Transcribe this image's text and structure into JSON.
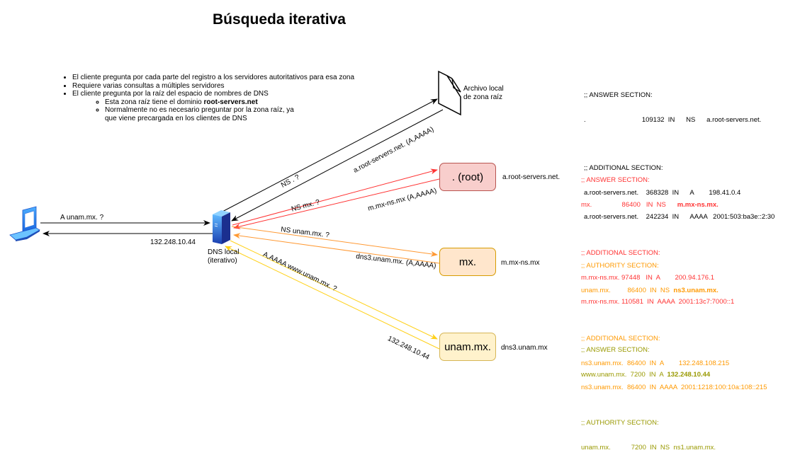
{
  "title": "Búsqueda iterativa",
  "bullets": {
    "items": [
      "El cliente pregunta por cada parte del registro a los servidores autoritativos para esa zona",
      "Requiere varias consultas a múltiples servidores",
      "El cliente pregunta por la raíz del espacio de nombres de DNS"
    ],
    "subitems": [
      {
        "prefix": "Esta zona raíz tiene el dominio ",
        "bold": "root-servers.net"
      },
      {
        "prefix": "Normalmente no es necesario preguntar por la zona raíz, ya que viene precargada en los clientes de DNS",
        "bold": ""
      }
    ]
  },
  "nodes": {
    "client": {
      "icon": "laptop-icon"
    },
    "local_dns": {
      "icon": "server-icon",
      "label_line1": "DNS local",
      "label_line2": "(iterativo)"
    },
    "root_file": {
      "icon": "document-icon",
      "label_line1": "Archivo local",
      "label_line2": "de zona raíz"
    },
    "root": {
      "label": ". (root)",
      "server_name": "a.root-servers.net."
    },
    "mx": {
      "label": "mx.",
      "server_name": "m.mx-ns.mx"
    },
    "unam": {
      "label": "unam.mx.",
      "server_name": "dns3.unam.mx"
    }
  },
  "edges": {
    "client_query": "A  unam.mx.  ?",
    "client_response": "132.248.10.44",
    "root_file_query": "NS  .  ?",
    "root_file_response": "a.root-servers.net. (A,AAAA)",
    "root_query": "NS  mx.  ?",
    "root_response": "m.mx-ns.mx (A,AAAA)",
    "mx_query": "NS  unam.mx.  ?",
    "mx_response": "dns3.unam.mx. (A,AAAA)",
    "unam_query": "A,AAAA  www.unam.mx.  ?",
    "unam_response": "132.248.10.44"
  },
  "colors": {
    "black": "#000000",
    "red": "#ff3333",
    "orange": "#ff9933",
    "yellow": "#ffd11a"
  },
  "responses": {
    "root_file": {
      "answer_header": ";; ANSWER SECTION:",
      "answer_line": ".                              109132  IN      NS      a.root-servers.net.",
      "additional_header": ";; ADDITIONAL SECTION:",
      "additional_lines": [
        "a.root-servers.net.    368328  IN      A        198.41.0.4",
        "a.root-servers.net.    242234  IN      AAAA   2001:503:ba3e::2:30"
      ]
    },
    "root": {
      "answer_header": ";; ANSWER SECTION:",
      "answer_prefix": "mx.                86400   IN  NS      ",
      "answer_bold": "m.mx-ns.mx.",
      "additional_header": ";; ADDITIONAL SECTION:",
      "additional_lines": [
        "m.mx-ns.mx. 97448   IN  A        200.94.176.1",
        "m.mx-ns.mx. 110581  IN  AAAA  2001:13c7:7000::1"
      ]
    },
    "mx": {
      "authority_header": ";; AUTHORITY SECTION:",
      "authority_prefix": "unam.mx.         86400  IN  NS  ",
      "authority_bold": "ns3.unam.mx.",
      "additional_header": ";; ADDITIONAL SECTION:",
      "additional_lines": [
        "ns3.unam.mx.  86400  IN  A        132.248.108.215",
        "ns3.unam.mx.  86400  IN  AAAA  2001:1218:100:10a:108::215"
      ]
    },
    "unam": {
      "answer_header": ";; ANSWER SECTION:",
      "answer_prefix": "www.unam.mx.  7200  IN  A  ",
      "answer_bold": "132.248.10.44",
      "authority_header": ";; AUTHORITY SECTION:",
      "authority_line": "unam.mx.           7200  IN  NS  ns1.unam.mx."
    }
  }
}
